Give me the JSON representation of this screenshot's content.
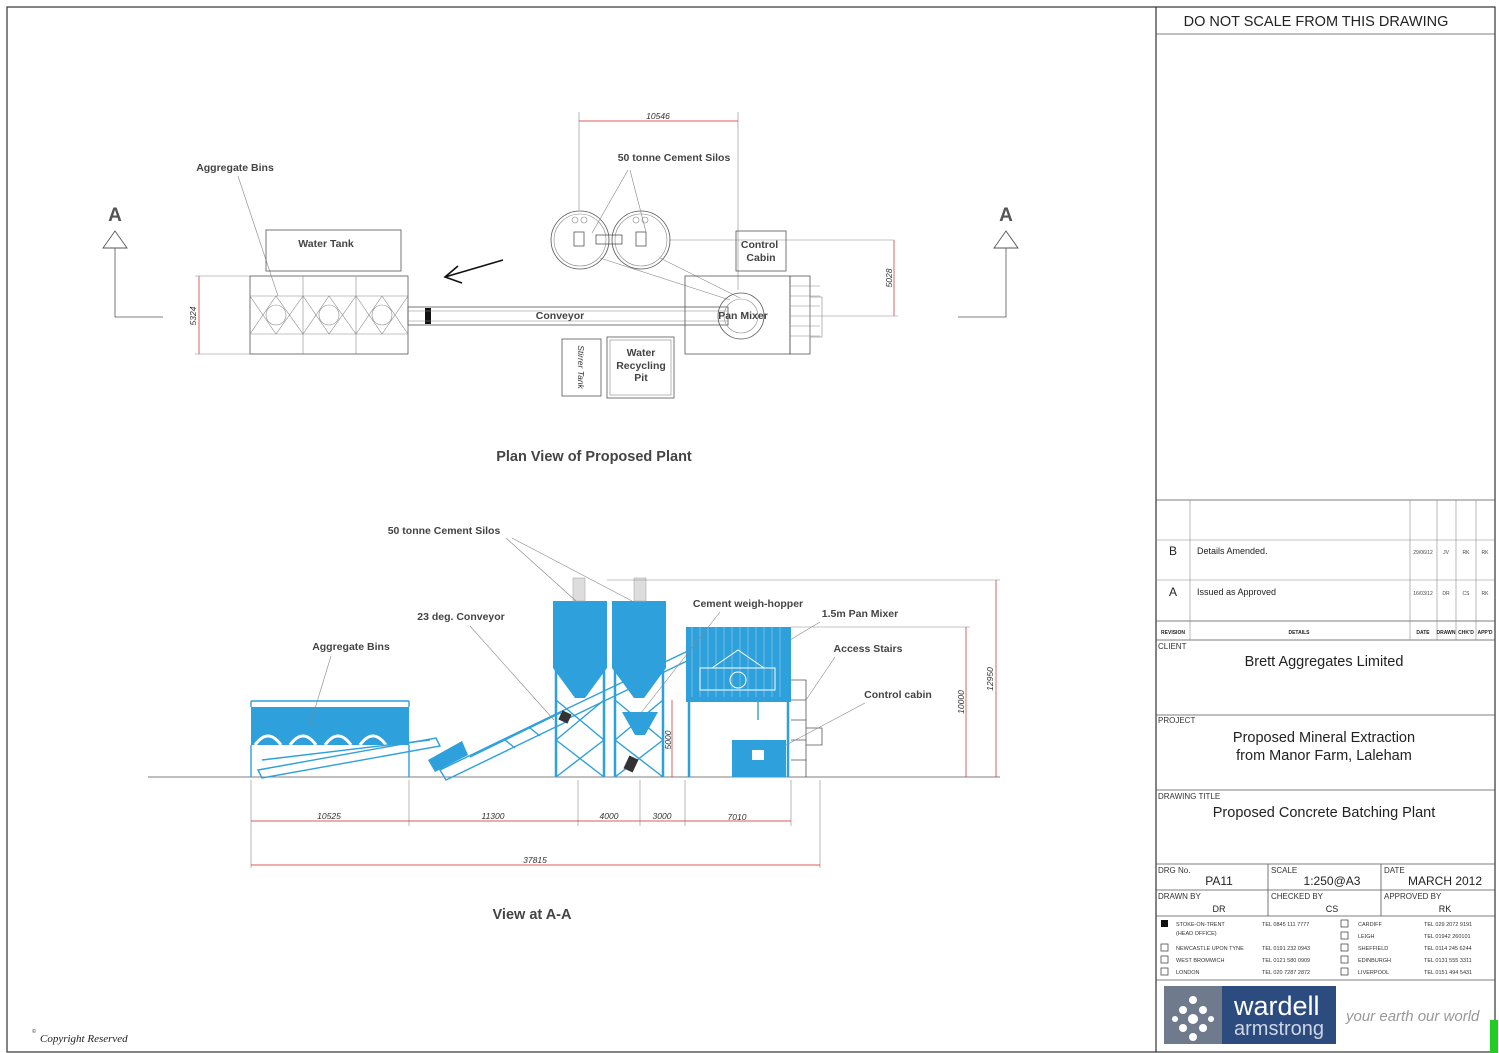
{
  "note": "DO NOT SCALE FROM THIS DRAWING",
  "plan_view": {
    "title": "Plan View of Proposed Plant",
    "section_marker": "A",
    "labels": {
      "aggregate_bins": "Aggregate Bins",
      "water_tank": "Water Tank",
      "cement_silos": "50 tonne Cement Silos",
      "control_cabin": "Control Cabin",
      "conveyor": "Conveyor",
      "pan_mixer": "Pan Mixer",
      "stirrer_tank": "Stirrer Tank",
      "water_recycling_pit": "Water Recycling Pit"
    },
    "dimensions": {
      "silos_width": "10546",
      "width_left": "5324",
      "width_right": "5028"
    }
  },
  "elevation_view": {
    "title": "View at A-A",
    "labels": {
      "cement_silos": "50 tonne Cement Silos",
      "conveyor": "23 deg. Conveyor",
      "aggregate_bins": "Aggregate Bins",
      "weigh_hopper": "Cement weigh-hopper",
      "pan_mixer": "1.5m Pan Mixer",
      "access_stairs": "Access Stairs",
      "control_cabin": "Control cabin"
    },
    "dimensions": {
      "d1": "10525",
      "d2": "11300",
      "d3": "4000",
      "d4": "3000",
      "d5": "7010",
      "total": "37815",
      "h_silo": "5000",
      "h_mixer": "10000",
      "h_total": "12950"
    }
  },
  "copyright": "Copyright Reserved",
  "revisions": {
    "headers": {
      "revision": "REVISION",
      "details": "DETAILS",
      "date": "DATE",
      "drawn": "DRAWN",
      "checked": "CHK'D",
      "approved": "APP'D"
    },
    "rows": [
      {
        "rev": "B",
        "details": "Details Amended.",
        "date": "29/06/12",
        "drawn": "JV",
        "checked": "RK",
        "approved": "RK"
      },
      {
        "rev": "A",
        "details": "Issued as Approved",
        "date": "16/03/12",
        "drawn": "DR",
        "checked": "CS",
        "approved": "RK"
      }
    ]
  },
  "title_block": {
    "client_label": "CLIENT",
    "client": "Brett Aggregates Limited",
    "project_label": "PROJECT",
    "project_line1": "Proposed Mineral Extraction",
    "project_line2": "from Manor Farm, Laleham",
    "drawing_title_label": "DRAWING TITLE",
    "drawing_title": "Proposed Concrete Batching Plant",
    "drg_no_label": "DRG No.",
    "drg_no": "PA11",
    "scale_label": "SCALE",
    "scale": "1:250@A3",
    "date_label": "DATE",
    "date": "MARCH 2012",
    "drawn_by_label": "DRAWN BY",
    "drawn_by": "DR",
    "checked_by_label": "CHECKED BY",
    "checked_by": "CS",
    "approved_by_label": "APPROVED BY",
    "approved_by": "RK"
  },
  "offices": [
    {
      "name": "STOKE-ON-TRENT",
      "sub": "(HEAD OFFICE)",
      "tel": "TEL 0845 111 7777",
      "checked": true
    },
    {
      "name": "NEWCASTLE UPON TYNE",
      "tel": "TEL 0191 232 0943",
      "checked": false
    },
    {
      "name": "WEST BROMWICH",
      "tel": "TEL 0121 580 0909",
      "checked": false
    },
    {
      "name": "LONDON",
      "tel": "TEL 020 7287 2872",
      "checked": false
    },
    {
      "name": "CARDIFF",
      "tel": "TEL 029 2072 9191",
      "checked": false
    },
    {
      "name": "LEIGH",
      "tel": "TEL 01942 260101",
      "checked": false
    },
    {
      "name": "SHEFFIELD",
      "tel": "TEL 0114 245 6244",
      "checked": false
    },
    {
      "name": "EDINBURGH",
      "tel": "TEL 0131 555 3311",
      "checked": false
    },
    {
      "name": "LIVERPOOL",
      "tel": "TEL 0151 494 5431",
      "checked": false
    }
  ],
  "logo": {
    "name": "wardell",
    "sub": "armstrong",
    "tagline": "your earth our world"
  },
  "colors": {
    "plant_blue": "#2ea0db",
    "logo_navy": "#2c4b7e",
    "dimension_red": "#d02020",
    "marker_green": "#22cc22"
  }
}
